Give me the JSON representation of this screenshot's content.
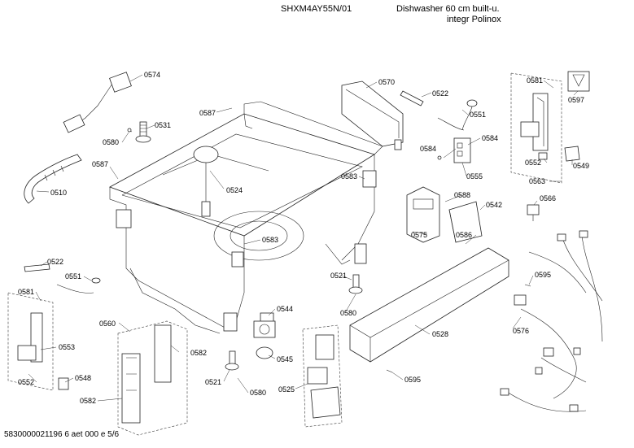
{
  "header": {
    "model": "SHXM4AY55N/01",
    "description_line1": "Dishwasher 60 cm built-u.",
    "description_line2": "integr Polinox"
  },
  "footer": {
    "doc_ref": "5830000021196 6 aet 000 e 5/6"
  },
  "parts": {
    "p0574": "0574",
    "p0587a": "0587",
    "p0531": "0531",
    "p0580a": "0580",
    "p0587b": "0587",
    "p0510": "0510",
    "p0524": "0524",
    "p0583a": "0583",
    "p0570": "0570",
    "p0522a": "0522",
    "p0551a": "0551",
    "p0584a": "0584",
    "p0584b": "0584",
    "p0555": "0555",
    "p0583b": "0583",
    "p0581a": "0581",
    "p0597": "0597",
    "p0552a": "0552",
    "p0549": "0549",
    "p0563": "0563",
    "p0588": "0588",
    "p0542": "0542",
    "p0566": "0566",
    "p0575": "0575",
    "p0586": "0586",
    "p0522b": "0522",
    "p0551b": "0551",
    "p0581b": "0581",
    "p0553": "0553",
    "p0552b": "0552",
    "p0548": "0548",
    "p0560": "0560",
    "p0582a": "0582",
    "p0582b": "0582",
    "p0521a": "0521",
    "p0521b": "0521",
    "p0580b": "0580",
    "p0544": "0544",
    "p0545": "0545",
    "p0580c": "0580",
    "p0525": "0525",
    "p0528": "0528",
    "p0595a": "0595",
    "p0595b": "0595",
    "p0576": "0576"
  }
}
